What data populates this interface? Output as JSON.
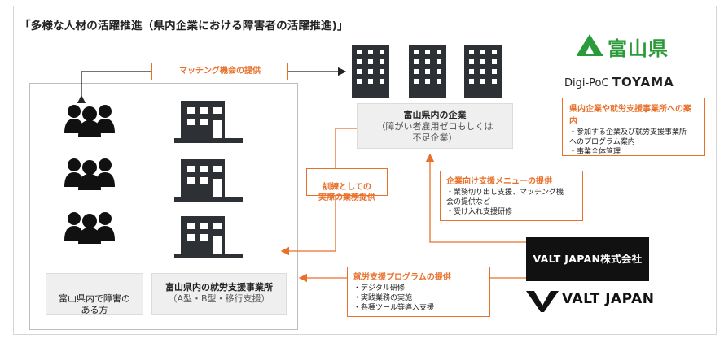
{
  "title": "「多様な人材の活躍推進（県内企業における障害者の活躍推進)」",
  "toyama_logo": "富山県",
  "digi_poc": {
    "prefix": "Digi-PoC",
    "name": "TOYAMA"
  },
  "prefecture_box": {
    "heading": "県内企業や就労支援事業所への案内",
    "items": "・参加する企業及び就労支援事業所\nへのプログラム案内\n・事業全体管理"
  },
  "matching_label": "マッチング機会の提供",
  "companies_box": {
    "main": "富山県内の企業",
    "sub": "（障がい者雇用ゼロもしくは\n不足企業）"
  },
  "training_label": "訓練としての\n実際の業務提供",
  "company_menu": {
    "heading": "企業向け支援メニューの提供",
    "items": "・業務切り出し支援、マッチング機\n会の提供など\n・受け入れ支援研修"
  },
  "people_label": "富山県内で障害の\nある方",
  "facility_label": {
    "main": "富山県内の就労支援事業所",
    "sub": "（A型・B型・移行支援）"
  },
  "program_box": {
    "heading": "就労支援プログラムの提供",
    "items": "・デジタル研修\n・実践業務の実施\n・各種ツール等導入支援"
  },
  "valt_company": "VALT JAPAN株式会社",
  "valt_logo": "VALT JAPAN",
  "colors": {
    "accent": "#e8702a",
    "toyama_green": "#2b9a3a",
    "icon_dark": "#2d3035",
    "label_bg": "#efefef"
  },
  "icons": {
    "people": "people-group-icon",
    "facility": "building-icon",
    "company": "office-tower-icon",
    "toyama": "mountain-logo-icon",
    "valt": "valt-v-logo-icon"
  }
}
